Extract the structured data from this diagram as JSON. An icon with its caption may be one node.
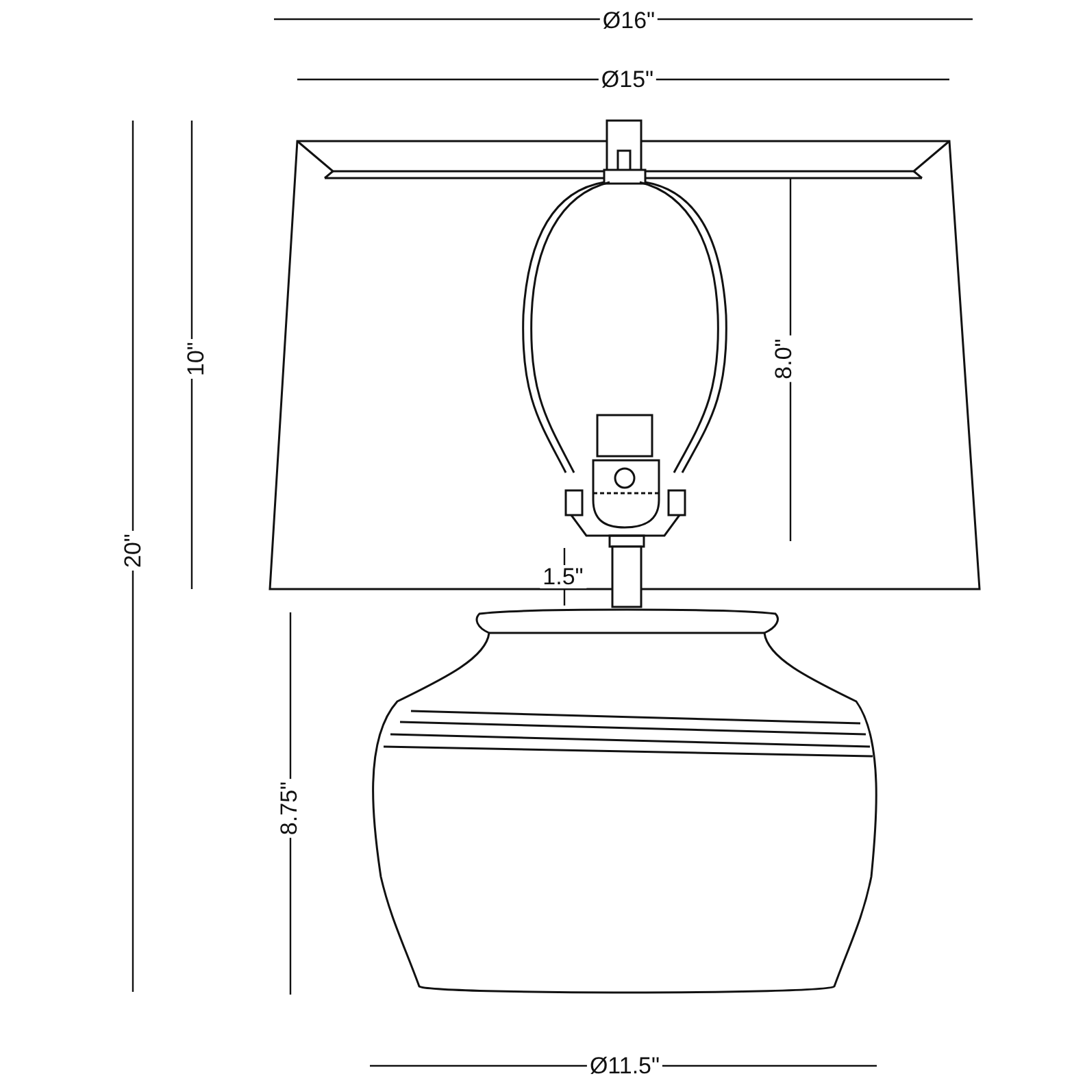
{
  "diagram": {
    "labels": [
      "Ø16\"",
      "Ø15\"",
      "10\"",
      "8.0\"",
      "20\"",
      "1.5\"",
      "8.75\"",
      "Ø11.5\""
    ]
  }
}
